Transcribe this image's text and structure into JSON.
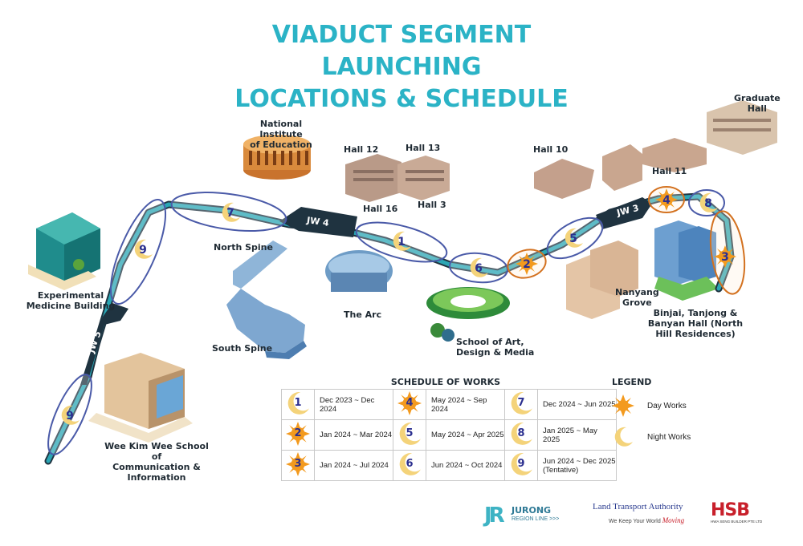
{
  "title": {
    "line1": "VIADUCT SEGMENT LAUNCHING",
    "line2": "LOCATIONS & SCHEDULE"
  },
  "colors": {
    "title": "#2bb3c6",
    "track": "#2aa6b4",
    "track_dark": "#1f3340",
    "night_outline": "#4a5aa8",
    "day_outline": "#d3711f",
    "sun": "#f39a1e",
    "moon": "#f4d37a"
  },
  "map": {
    "junctions": [
      {
        "id": "jw4",
        "label": "JW 4"
      },
      {
        "id": "jw3",
        "label": "JW 3"
      },
      {
        "id": "jw5",
        "label": "JW 5"
      }
    ],
    "segments": [
      {
        "id": "seg-9a",
        "number": "9",
        "works": "night"
      },
      {
        "id": "seg-9b",
        "number": "9",
        "works": "night"
      },
      {
        "id": "seg-7",
        "number": "7",
        "works": "night"
      },
      {
        "id": "seg-1",
        "number": "1",
        "works": "night"
      },
      {
        "id": "seg-6",
        "number": "6",
        "works": "night"
      },
      {
        "id": "seg-2",
        "number": "2",
        "works": "day"
      },
      {
        "id": "seg-5",
        "number": "5",
        "works": "night"
      },
      {
        "id": "seg-4",
        "number": "4",
        "works": "day"
      },
      {
        "id": "seg-8",
        "number": "8",
        "works": "night"
      },
      {
        "id": "seg-3",
        "number": "3",
        "works": "day"
      }
    ],
    "places": {
      "nie": "National Institute\nof Education",
      "hall12": "Hall 12",
      "hall13": "Hall 13",
      "hall16": "Hall 16",
      "hall3": "Hall 3",
      "hall10": "Hall 10",
      "hall11": "Hall 11",
      "graduate": "Graduate\nHall",
      "north_spine": "North Spine",
      "south_spine": "South Spine",
      "the_arc": "The Arc",
      "adm": "School of Art,\nDesign & Media",
      "experimental": "Experimental\nMedicine Building",
      "wkw": "Wee Kim Wee School of\nCommunication &\nInformation",
      "nanyang_grove": "Nanyang\nGrove",
      "binjai": "Binjai, Tanjong &\nBanyan Hall (North\nHill Residences)"
    }
  },
  "schedule": {
    "title": "SCHEDULE OF WORKS",
    "rows": [
      [
        {
          "num": "1",
          "works": "night",
          "dates": "Dec 2023 ~ Dec 2024"
        },
        {
          "num": "4",
          "works": "day",
          "dates": "May 2024 ~ Sep 2024"
        },
        {
          "num": "7",
          "works": "night",
          "dates": "Dec 2024 ~ Jun 2025"
        }
      ],
      [
        {
          "num": "2",
          "works": "day",
          "dates": "Jan 2024 ~ Mar 2024"
        },
        {
          "num": "5",
          "works": "night",
          "dates": "May 2024 ~ Apr 2025"
        },
        {
          "num": "8",
          "works": "night",
          "dates": "Jan 2025 ~ May 2025"
        }
      ],
      [
        {
          "num": "3",
          "works": "day",
          "dates": "Jan 2024 ~ Jul 2024"
        },
        {
          "num": "6",
          "works": "night",
          "dates": "Jun 2024 ~ Oct 2024"
        },
        {
          "num": "9",
          "works": "night",
          "dates": "Jun 2024 ~ Dec 2025\n(Tentative)"
        }
      ]
    ]
  },
  "legend": {
    "title": "LEGEND",
    "day": "Day Works",
    "night": "Night Works"
  },
  "logos": {
    "jrl_mark": "JR",
    "jrl_name": "JURONG",
    "jrl_sub": "REGION LINE >>>",
    "lta_name": "Land Transport Authority",
    "lta_tag": "We Keep Your World",
    "lta_tag2": "Moving",
    "hsb_name": "HSB",
    "hsb_sub": "HWA SENG BUILDER PTE LTD"
  }
}
